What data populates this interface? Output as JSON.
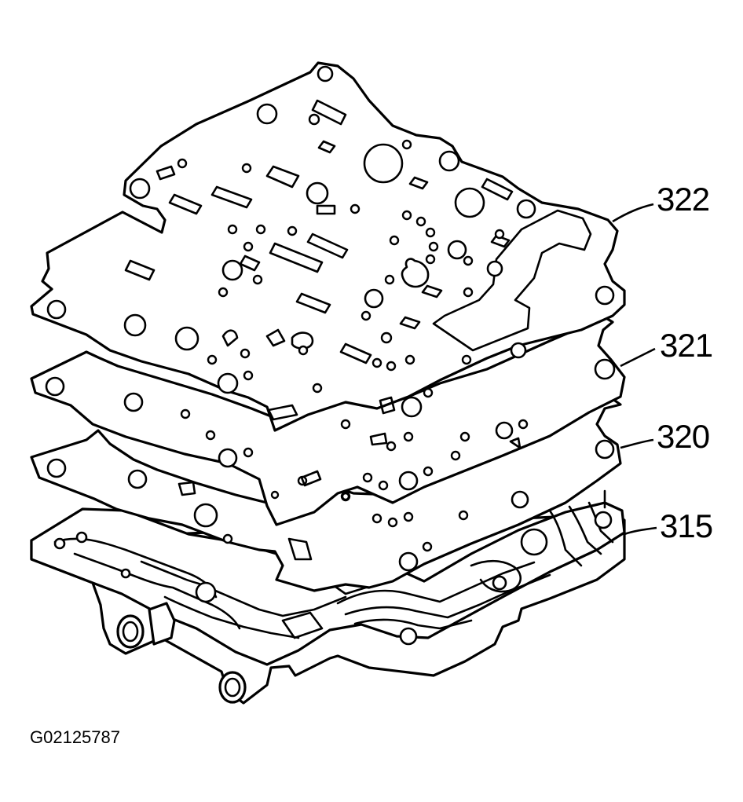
{
  "diagram": {
    "callouts": {
      "spacer_plate_gasket_upper": "322",
      "spacer_plate": "321",
      "spacer_plate_gasket_lower": "320",
      "control_valve_body": "315"
    },
    "figure_code": "G02125787"
  }
}
